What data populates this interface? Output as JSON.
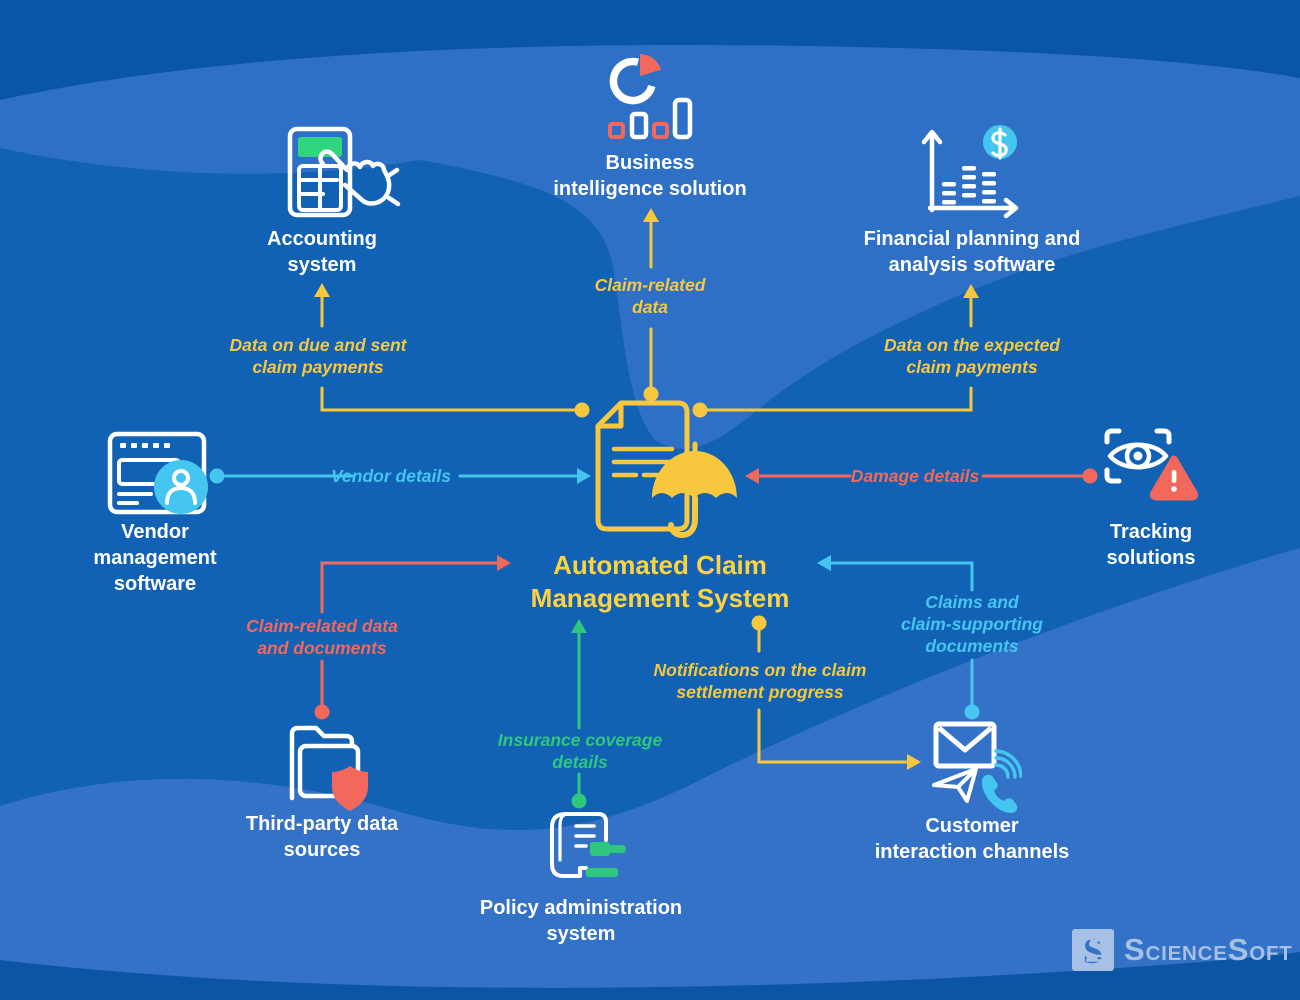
{
  "title": {
    "line1": "Automated Claim",
    "line2": "Management System"
  },
  "nodes": {
    "business_intelligence": {
      "line1": "Business",
      "line2": "intelligence solution"
    },
    "accounting": {
      "line1": "Accounting",
      "line2": "system"
    },
    "financial_planning": {
      "line1": "Financial planning and",
      "line2": "analysis software"
    },
    "vendor_management": {
      "line1": "Vendor",
      "line2": "management",
      "line3": "software"
    },
    "tracking_solutions": {
      "line1": "Tracking",
      "line2": "solutions"
    },
    "third_party": {
      "line1": "Third-party data",
      "line2": "sources"
    },
    "policy_admin": {
      "line1": "Policy administration",
      "line2": "system"
    },
    "customer_channels": {
      "line1": "Customer",
      "line2": "interaction channels"
    }
  },
  "flows": {
    "claim_related_data": {
      "line1": "Claim-related",
      "line2": "data",
      "color": "#F7C83D"
    },
    "due_sent_payments": {
      "line1": "Data on due and sent",
      "line2": "claim payments",
      "color": "#F7C83D"
    },
    "expected_payments": {
      "line1": "Data on the expected",
      "line2": "claim payments",
      "color": "#F7C83D"
    },
    "vendor_details": {
      "line1": "Vendor details",
      "color": "#45C6F0"
    },
    "damage_details": {
      "line1": "Damage details",
      "color": "#F2695C"
    },
    "claim_related_docs": {
      "line1": "Claim-related data",
      "line2": "and documents",
      "color": "#F2695C"
    },
    "insurance_coverage": {
      "line1": "Insurance coverage",
      "line2": "details",
      "color": "#2FC77E"
    },
    "notifications": {
      "line1": "Notifications on the claim",
      "line2": "settlement progress",
      "color": "#F7C83D"
    },
    "claims_supporting": {
      "line1": "Claims and",
      "line2": "claim-supporting",
      "line3": "documents",
      "color": "#45C6F0"
    }
  },
  "logo": {
    "word1": "Science",
    "word2": "Soft"
  },
  "colors": {
    "background_base": "#1162B4",
    "background_light_wave": "#2F70C7",
    "background_bottom_wave": "#3472C8",
    "background_dark_band": "#0B55A7",
    "accent_yellow": "#F7C83D",
    "accent_cyan": "#45C6F0",
    "accent_salmon": "#F2695C",
    "accent_green": "#2FC77E",
    "title_yellow": "#FFD23E",
    "logo_blue": "#A6C0E6",
    "white": "#FFFFFF"
  }
}
